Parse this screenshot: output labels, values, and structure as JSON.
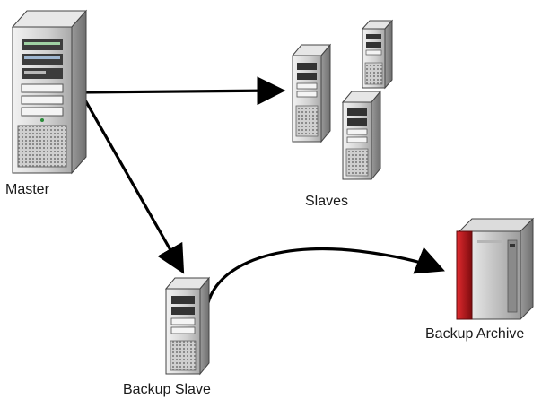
{
  "nodes": {
    "master": {
      "label": "Master",
      "icon": "tower-server-icon"
    },
    "slaves": {
      "label": "Slaves",
      "icon": "tower-server-icon",
      "count": 3
    },
    "backup_slave": {
      "label": "Backup Slave",
      "icon": "tower-server-icon"
    },
    "backup_archive": {
      "label": "Backup Archive",
      "icon": "storage-array-icon"
    }
  },
  "edges": [
    {
      "from": "master",
      "to": "slaves",
      "style": "arrow"
    },
    {
      "from": "master",
      "to": "backup_slave",
      "style": "arrow"
    },
    {
      "from": "backup_slave",
      "to": "backup_archive",
      "style": "curved-arrow"
    }
  ],
  "colors": {
    "arrow": "#000000",
    "server_body": "#d9d9d9",
    "server_shadow": "#8c8c8c",
    "archive_accent": "#b3151a"
  }
}
